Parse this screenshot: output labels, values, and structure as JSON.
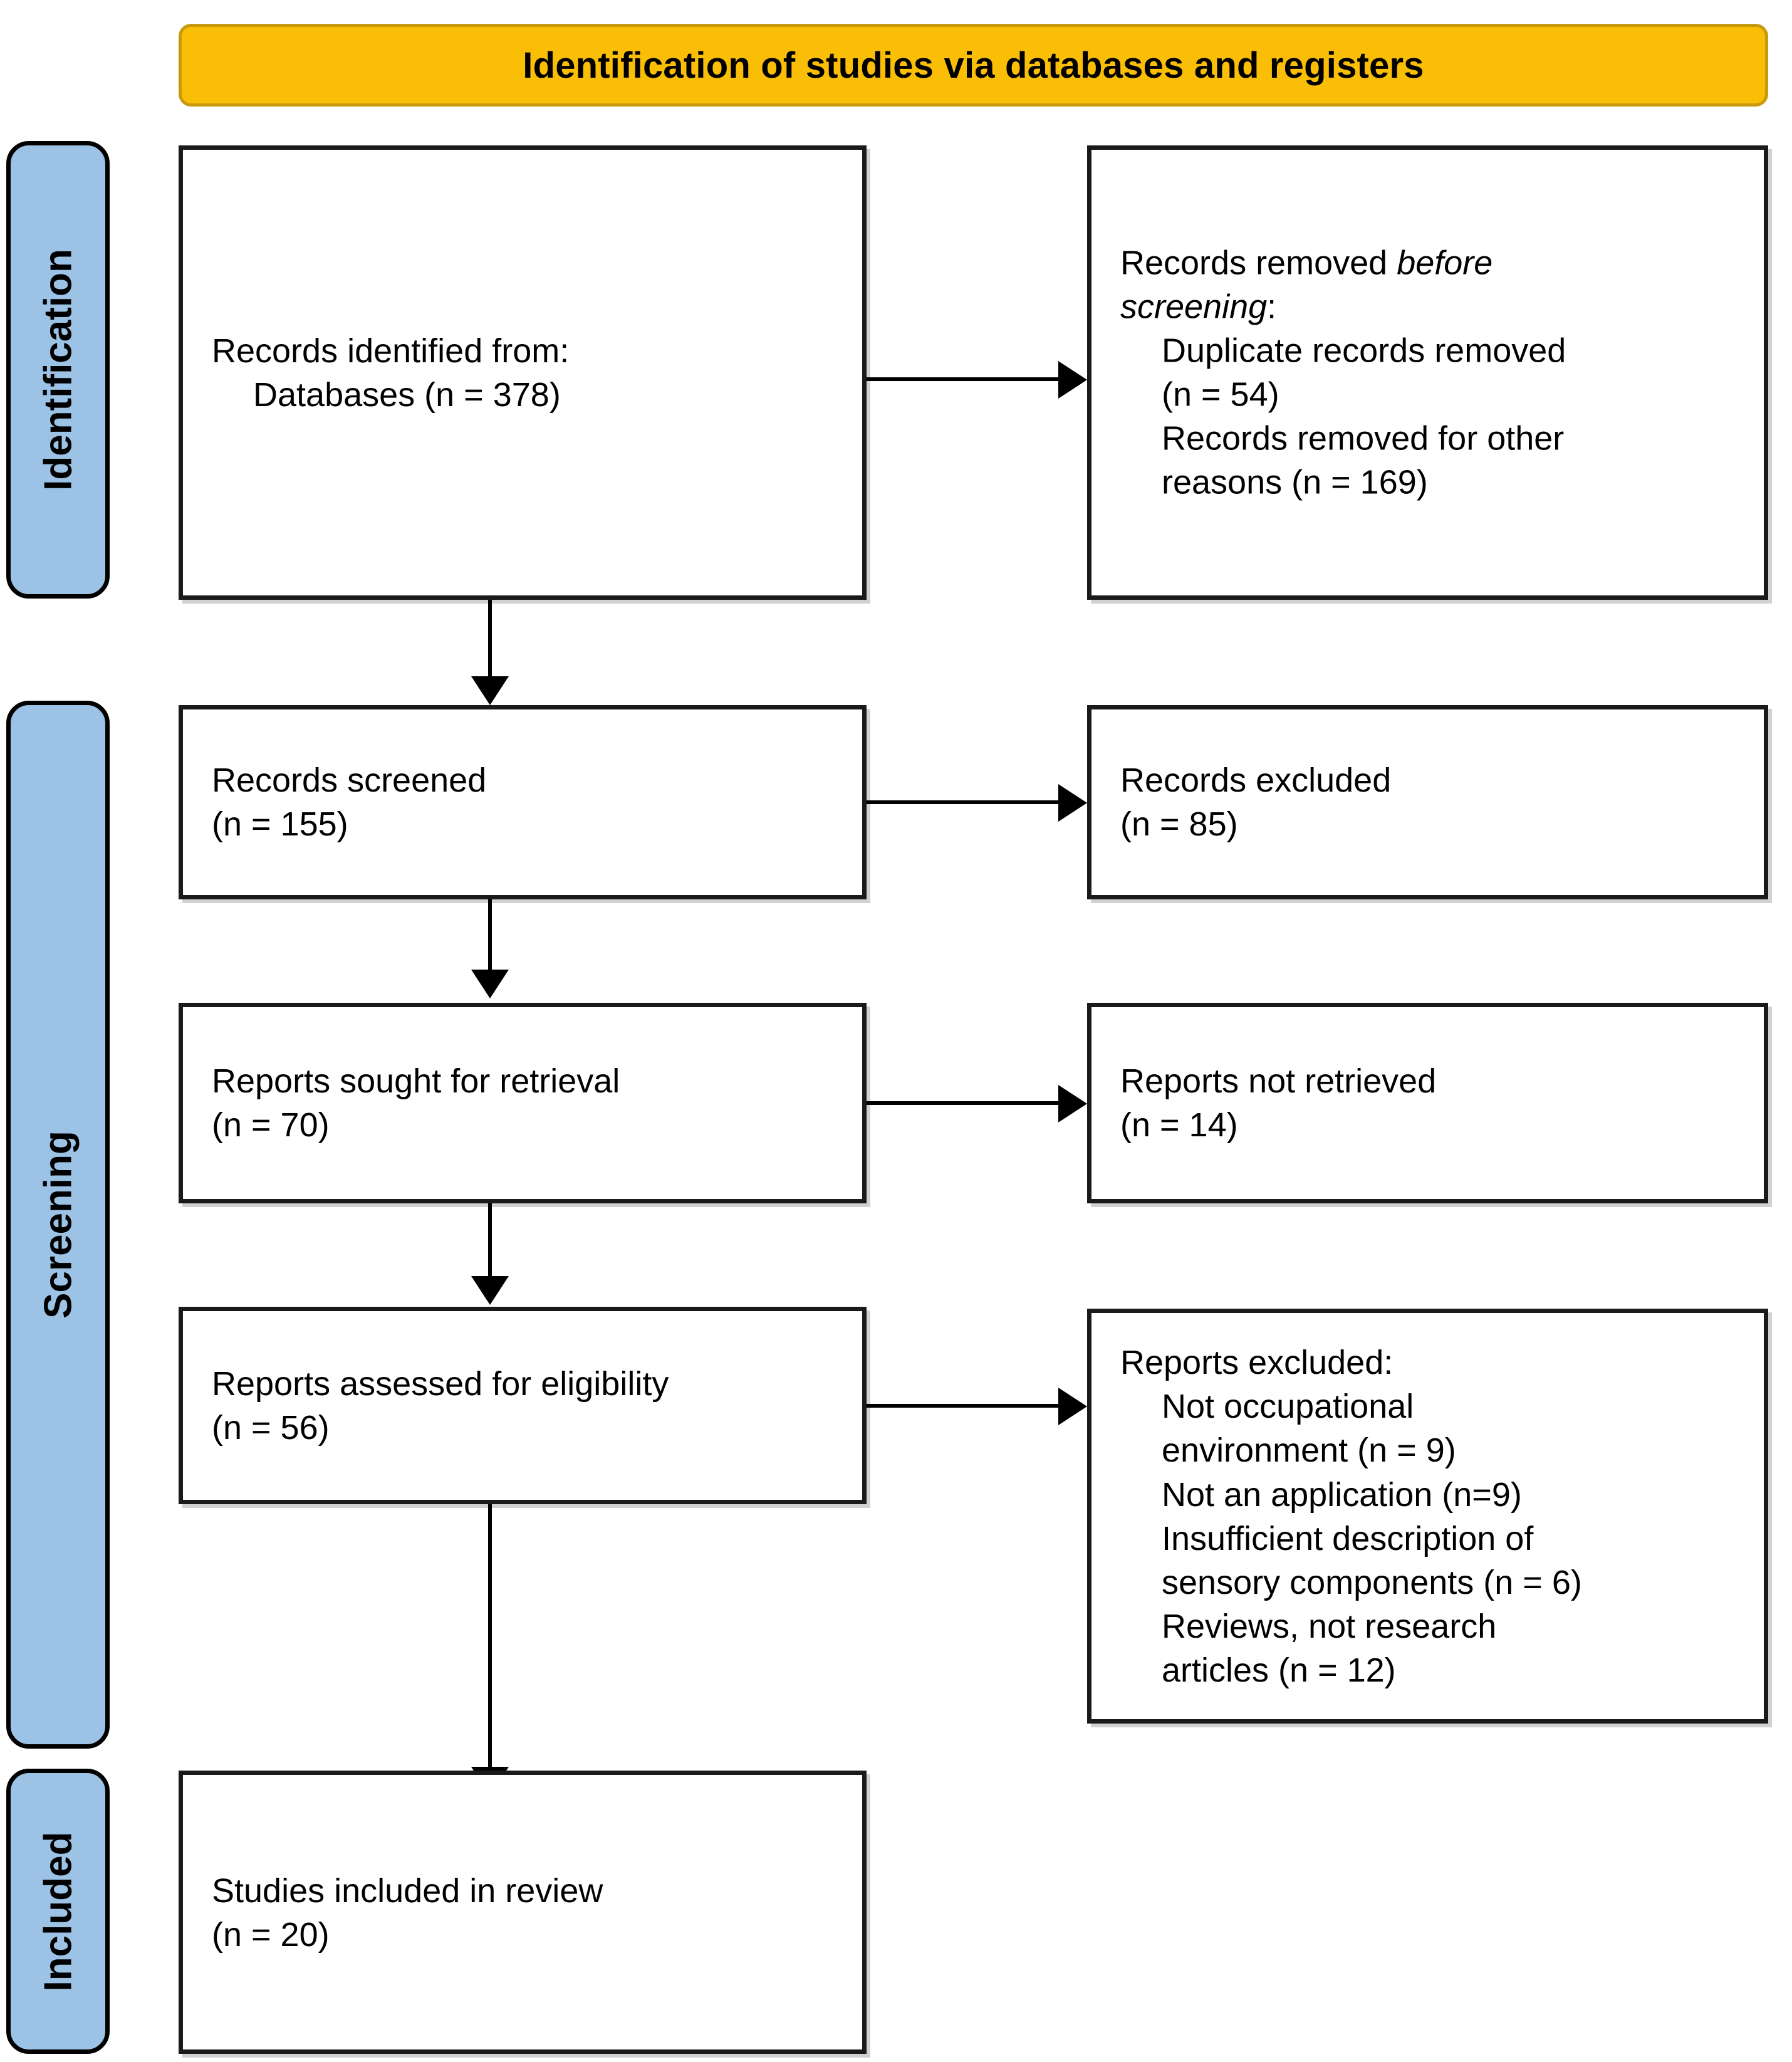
{
  "header": {
    "title": "Identification of studies via databases and registers"
  },
  "stages": [
    {
      "id": "identification",
      "label": "Identification"
    },
    {
      "id": "screening",
      "label": "Screening"
    },
    {
      "id": "included",
      "label": "Included"
    }
  ],
  "boxes": {
    "identified": {
      "line1": "Records identified from:",
      "line2": "Databases (n = 378)"
    },
    "removed": {
      "line1a": "Records removed ",
      "line1b": "before",
      "line2a": "screening",
      "line2b": ":",
      "line3": "Duplicate records removed",
      "line4": "(n = 54)",
      "line5": "Records removed for other",
      "line6": "reasons (n = 169)"
    },
    "screened": {
      "line1": "Records screened",
      "line2": "(n = 155)"
    },
    "excluded": {
      "line1": "Records excluded",
      "line2": "(n = 85)"
    },
    "sought": {
      "line1": "Reports sought for retrieval",
      "line2": "(n = 70)"
    },
    "not_retrieved": {
      "line1": "Reports not retrieved",
      "line2": "(n = 14)"
    },
    "assessed": {
      "line1": "Reports assessed for eligibility",
      "line2": "(n = 56)"
    },
    "reports_excluded": {
      "line1": "Reports excluded:",
      "line2": "Not occupational",
      "line3": "environment (n = 9)",
      "line4": "Not an application (n=9)",
      "line5": "Insufficient description of",
      "line6": "sensory components (n = 6)",
      "line7": "Reviews, not research",
      "line8": "articles (n = 12)"
    },
    "included": {
      "line1": "Studies included in review",
      "line2": "(n = 20)"
    }
  },
  "counts": {
    "databases_identified": 378,
    "duplicates_removed": 54,
    "removed_other_reasons": 169,
    "records_screened": 155,
    "records_excluded": 85,
    "reports_sought": 70,
    "reports_not_retrieved": 14,
    "reports_assessed": 56,
    "excl_not_occupational_environment": 9,
    "excl_not_an_application": 9,
    "excl_insufficient_sensory_description": 6,
    "excl_reviews_not_research": 12,
    "studies_included": 20
  },
  "colors": {
    "header_fill": "#FBBE06",
    "header_border": "#C79A0E",
    "stage_fill": "#9CC3E5",
    "box_border": "#1A1A1A",
    "box_fill": "#FFFFFF",
    "connector": "#000000"
  }
}
